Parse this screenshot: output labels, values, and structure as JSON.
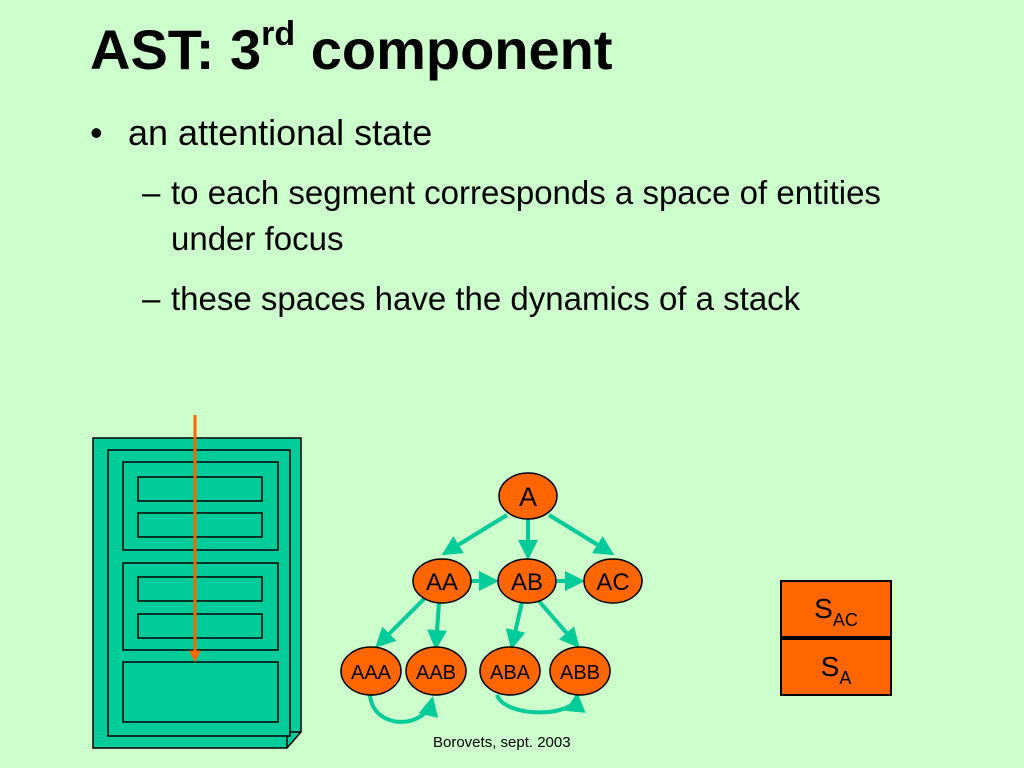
{
  "title": {
    "main": "AST: 3",
    "sup": "rd",
    "rest": " component"
  },
  "bullets": {
    "level1": {
      "marker": "•",
      "text": "an attentional state"
    },
    "level2": [
      {
        "marker": "–",
        "text": "to each segment corresponds a space of entities under focus"
      },
      {
        "marker": "–",
        "text": "these spaces have the dynamics of a stack"
      }
    ]
  },
  "tree": {
    "nodes": [
      "A",
      "AA",
      "AB",
      "AC",
      "AAA",
      "AAB",
      "ABA",
      "ABB"
    ],
    "edges": [
      [
        "A",
        "AA"
      ],
      [
        "A",
        "AB"
      ],
      [
        "A",
        "AC"
      ],
      [
        "AA",
        "AB"
      ],
      [
        "AB",
        "AC"
      ],
      [
        "AA",
        "AAA"
      ],
      [
        "AA",
        "AAB"
      ],
      [
        "AB",
        "ABA"
      ],
      [
        "AB",
        "ABB"
      ],
      [
        "AAA",
        "AAB"
      ],
      [
        "ABA",
        "ABB"
      ]
    ],
    "node_color": "#ff6600",
    "edge_color": "#00cc99"
  },
  "stack": {
    "top": {
      "letter": "S",
      "sub": "AC"
    },
    "bottom": {
      "letter": "S",
      "sub": "A"
    },
    "color": "#ff6600"
  },
  "document_icon": {
    "fill": "#00cc99",
    "arrow_color": "#ff6600"
  },
  "footer": "Borovets, sept. 2003"
}
